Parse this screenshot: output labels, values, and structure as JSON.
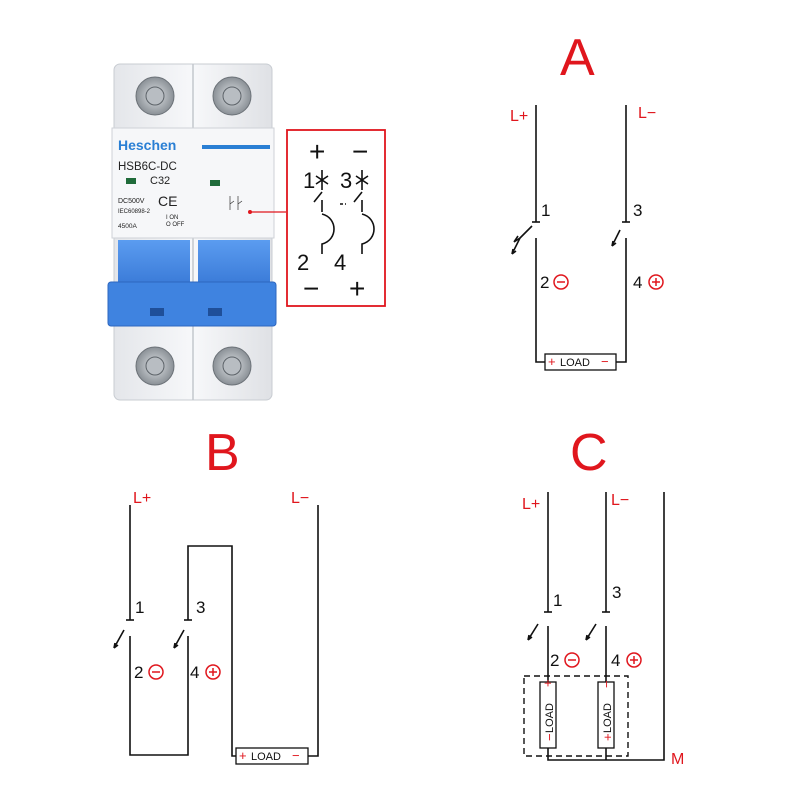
{
  "device": {
    "brand": "Heschen",
    "model": "HSB6C-DC",
    "rating": "C32",
    "voltage": "DC500V",
    "standard": "IEC60898-2",
    "breaking": "4500A",
    "on_label": "I ON",
    "off_label": "O OFF",
    "zoom": {
      "top_plus": "+",
      "top_minus": "−",
      "t1": "1",
      "t3": "3",
      "t2": "2",
      "t4": "4",
      "bot_minus": "−",
      "bot_plus": "+"
    }
  },
  "diagram_a": {
    "title": "A",
    "supply_pos": "L+",
    "supply_neg": "L−",
    "t1": "1",
    "t3": "3",
    "t2": "2",
    "t4": "4",
    "load": "LOAD"
  },
  "diagram_b": {
    "title": "B",
    "supply_pos": "L+",
    "supply_neg": "L−",
    "t1": "1",
    "t3": "3",
    "t2": "2",
    "t4": "4",
    "load": "LOAD"
  },
  "diagram_c": {
    "title": "C",
    "supply_pos": "L+",
    "supply_neg": "L−",
    "t1": "1",
    "t3": "3",
    "t2": "2",
    "t4": "4",
    "load": "LOAD",
    "midpoint": "M"
  },
  "colors": {
    "accent_red": "#e0161d",
    "handle_blue": "#4a8be0",
    "stripe_blue": "#2a7fd4",
    "body_white": "#f1f2f4"
  }
}
